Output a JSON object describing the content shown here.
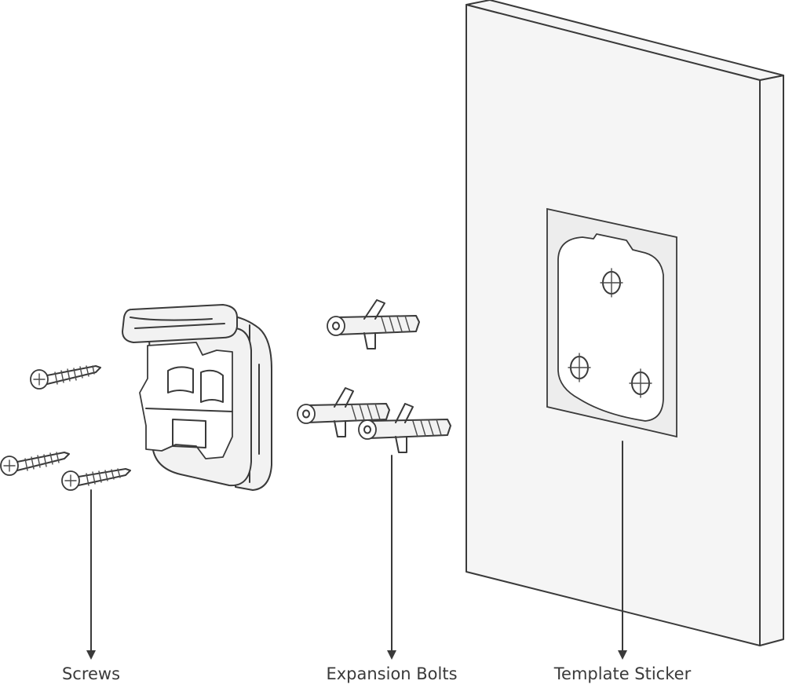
{
  "callouts": {
    "screws": "Screws",
    "expansion_bolts": "Expansion Bolts",
    "template_sticker": "Template Sticker"
  },
  "colors": {
    "line": "#3a3a3a",
    "background": "#ffffff",
    "wall_face": "#f5f5f5",
    "sticker": "#ededed"
  }
}
